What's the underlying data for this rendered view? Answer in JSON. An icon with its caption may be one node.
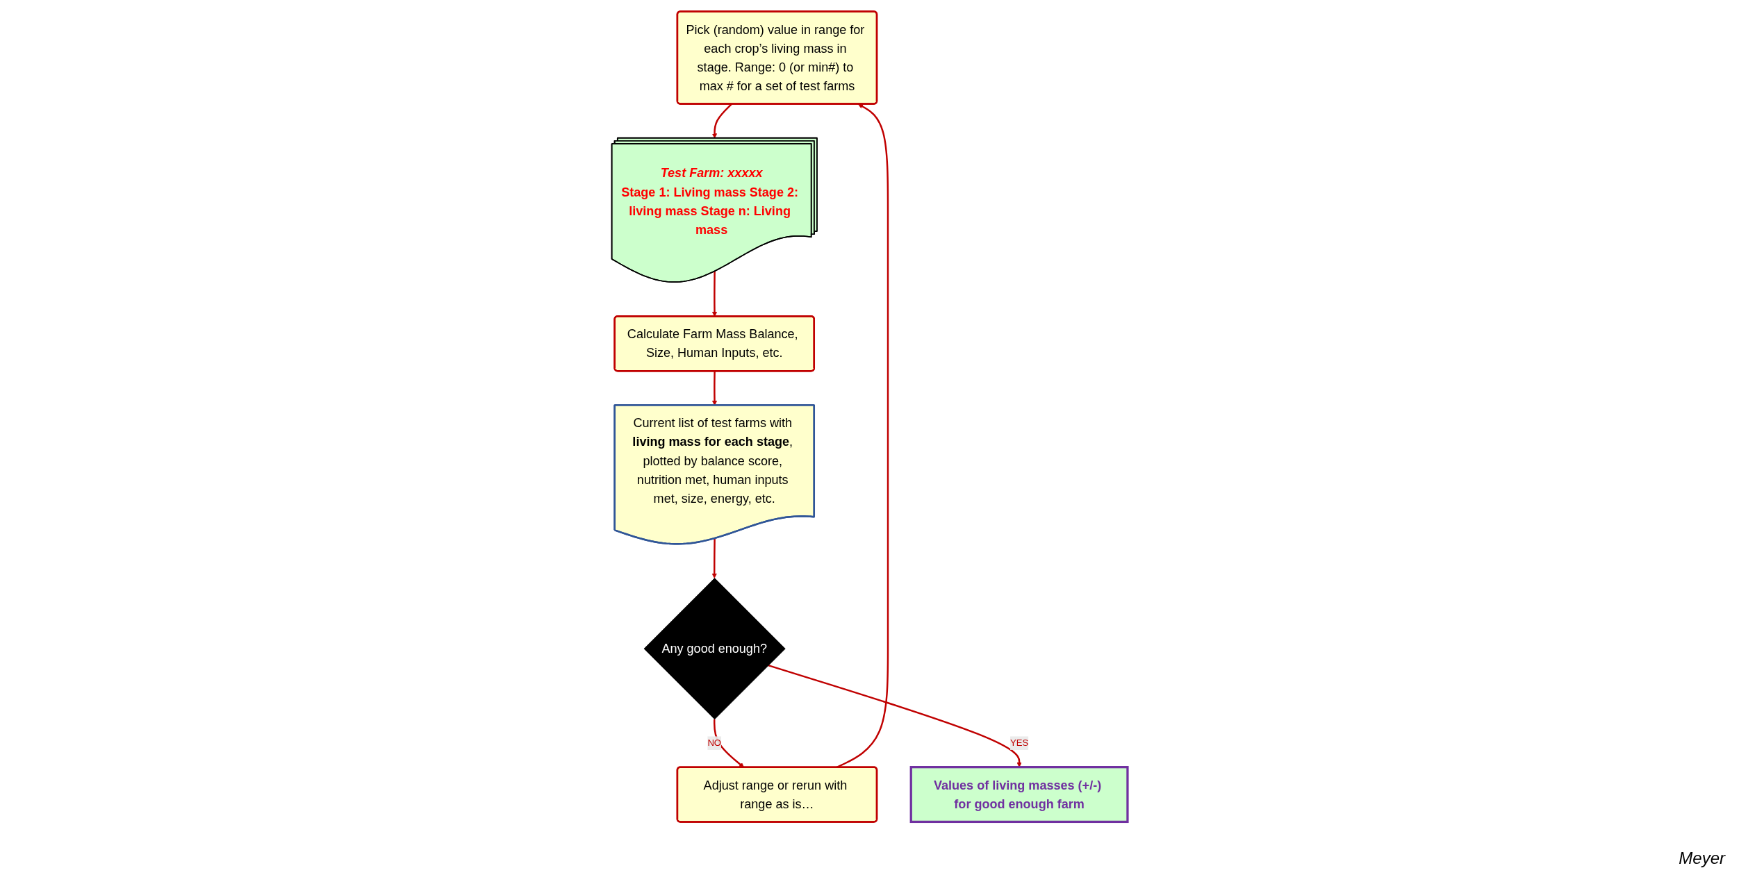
{
  "diagram": {
    "nodes": [
      {
        "text": [
          "Pick (random) value in range for each crop’s living mass in stage. Range: 0 (or min#) to max # for a set of test farms"
        ]
      },
      {
        "text": [
          "Test Farm: xxxxx",
          "Stage 1: Living mass Stage 2: living mass Stage n: Living mass"
        ]
      },
      {
        "text": [
          "Calculate Farm Mass Balance, Size, Human Inputs, etc."
        ]
      },
      {
        "text": [
          "Current list of test farms with **living mass for each stage**, plotted by balance score, nutrition met, human inputs met, size, energy, etc."
        ]
      },
      {
        "text": [
          "Any good enough?"
        ]
      },
      {
        "text": [
          "Values of living masses (+/-) for good enough farm"
        ]
      },
      {
        "text": [
          "Adjust range or rerun with range as is…"
        ]
      }
    ],
    "edges": [
      {
        "from": 0,
        "to": 1,
        "arrow": "to"
      },
      {
        "from": 1,
        "to": 2,
        "arrow": "to"
      },
      {
        "from": 2,
        "to": 3,
        "arrow": "to"
      },
      {
        "from": 3,
        "to": 4,
        "arrow": "to"
      },
      {
        "from": 4,
        "to": 6,
        "arrow": "to",
        "label": "NO"
      },
      {
        "from": 4,
        "to": 5,
        "arrow": "to",
        "label": "YES"
      },
      {
        "from": 6,
        "to": 0,
        "arrow": "to"
      }
    ],
    "labels": [
      "Meyer"
    ]
  }
}
